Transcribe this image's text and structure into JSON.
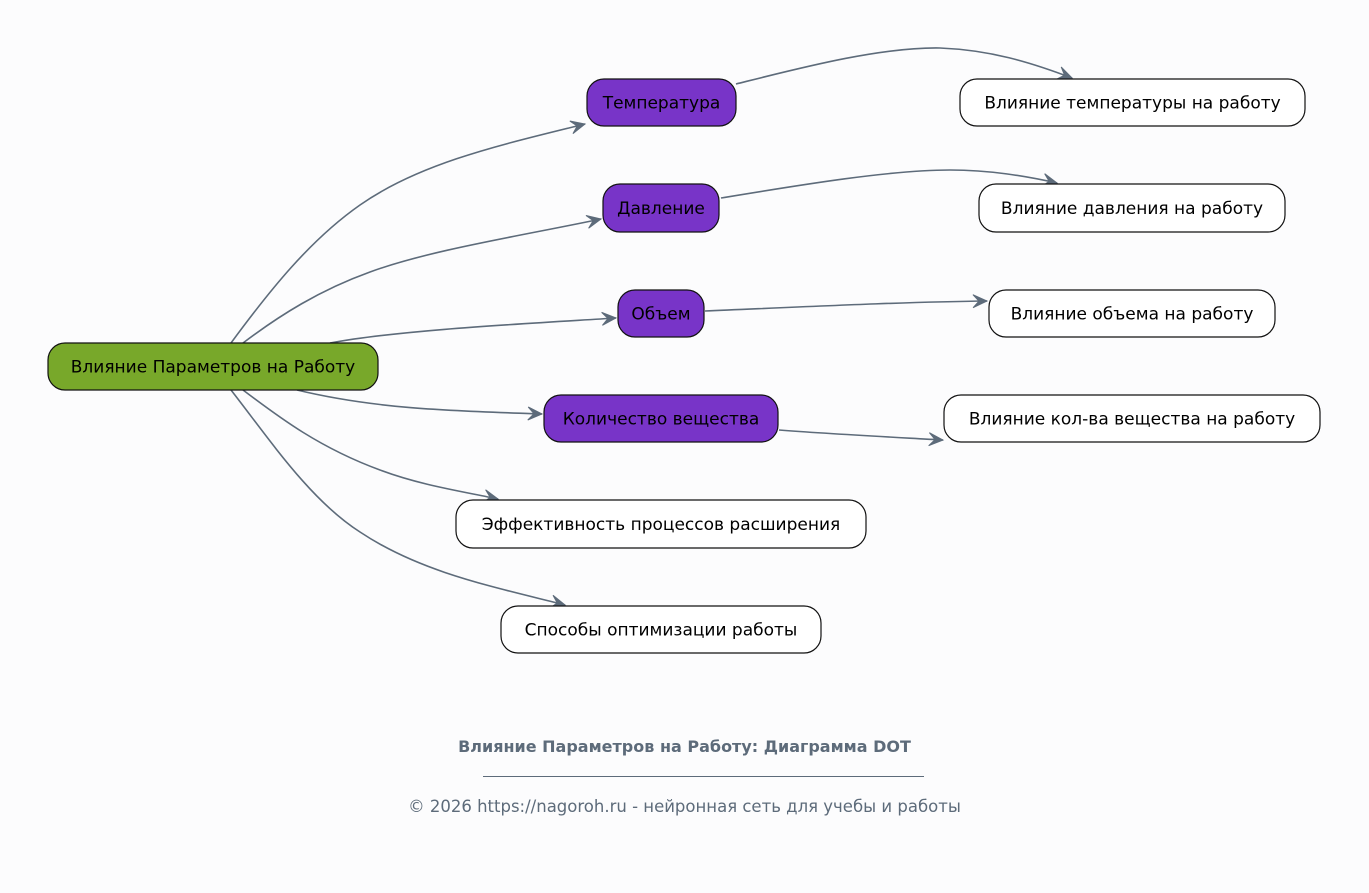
{
  "diagram": {
    "nodes": [
      {
        "id": "root",
        "label": "Влияние Параметров на Работу",
        "kind": "root"
      },
      {
        "id": "temp",
        "label": "Температура",
        "kind": "parameter"
      },
      {
        "id": "press",
        "label": "Давление",
        "kind": "parameter"
      },
      {
        "id": "vol",
        "label": "Объем",
        "kind": "parameter"
      },
      {
        "id": "amount",
        "label": "Количество вещества",
        "kind": "parameter"
      },
      {
        "id": "eff",
        "label": "Эффективность процессов расширения",
        "kind": "outcome"
      },
      {
        "id": "opt",
        "label": "Способы оптимизации работы",
        "kind": "outcome"
      },
      {
        "id": "temp_eff",
        "label": "Влияние температуры на работу",
        "kind": "outcome"
      },
      {
        "id": "press_eff",
        "label": "Влияние давления на работу",
        "kind": "outcome"
      },
      {
        "id": "vol_eff",
        "label": "Влияние объема на работу",
        "kind": "outcome"
      },
      {
        "id": "amount_eff",
        "label": "Влияние кол-ва вещества на работу",
        "kind": "outcome"
      }
    ],
    "edges": [
      {
        "from": "root",
        "to": "temp"
      },
      {
        "from": "root",
        "to": "press"
      },
      {
        "from": "root",
        "to": "vol"
      },
      {
        "from": "root",
        "to": "amount"
      },
      {
        "from": "root",
        "to": "eff"
      },
      {
        "from": "root",
        "to": "opt"
      },
      {
        "from": "temp",
        "to": "temp_eff"
      },
      {
        "from": "press",
        "to": "press_eff"
      },
      {
        "from": "vol",
        "to": "vol_eff"
      },
      {
        "from": "amount",
        "to": "amount_eff"
      }
    ]
  },
  "colors": {
    "root_fill": "#78a82a",
    "parameter_fill": "#7834c8",
    "outcome_fill": "#ffffff",
    "edge": "#5d6b7a",
    "footer_text": "#5d6b7a"
  },
  "footer": {
    "title": "Влияние Параметров на Работу: Диаграмма DOT",
    "copyright": "© 2026 https://nagoroh.ru - нейронная сеть для учебы и работы"
  }
}
